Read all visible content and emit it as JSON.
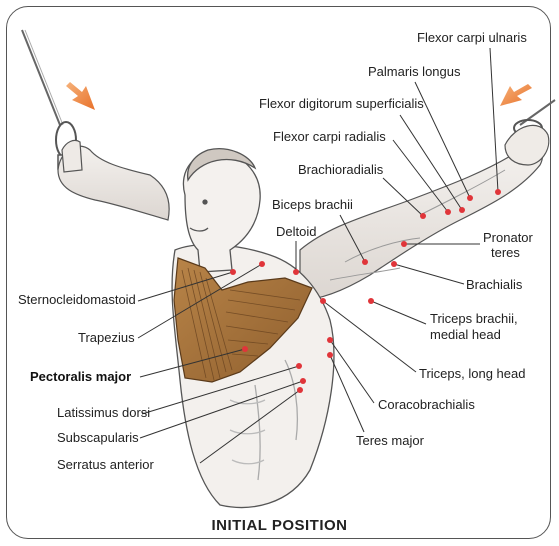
{
  "caption": "INITIAL POSITION",
  "labels": {
    "flexor_carpi_ulnaris": "Flexor carpi ulnaris",
    "palmaris_longus": "Palmaris longus",
    "flexor_digitorum_superficialis": "Flexor digitorum superficialis",
    "flexor_carpi_radialis": "Flexor carpi radialis",
    "brachioradialis": "Brachioradialis",
    "biceps_brachii": "Biceps brachii",
    "deltoid": "Deltoid",
    "pronator_teres_1": "Pronator",
    "pronator_teres_2": "teres",
    "brachialis": "Brachialis",
    "sternocleidomastoid": "Sternocleidomastoid",
    "trapezius": "Trapezius",
    "triceps_medial_1": "Triceps brachii,",
    "triceps_medial_2": "medial head",
    "pectoralis_major": "Pectoralis major",
    "triceps_long": "Triceps, long head",
    "latissimus_dorsi": "Latissimus dorsi",
    "coracobrachialis": "Coracobrachialis",
    "subscapularis": "Subscapularis",
    "teres_major": "Teres major",
    "serratus_anterior": "Serratus anterior"
  },
  "colors": {
    "arrow": "#e8843a",
    "pectoral": "#a9773f",
    "marker": "#e0353a",
    "line": "#333333"
  }
}
